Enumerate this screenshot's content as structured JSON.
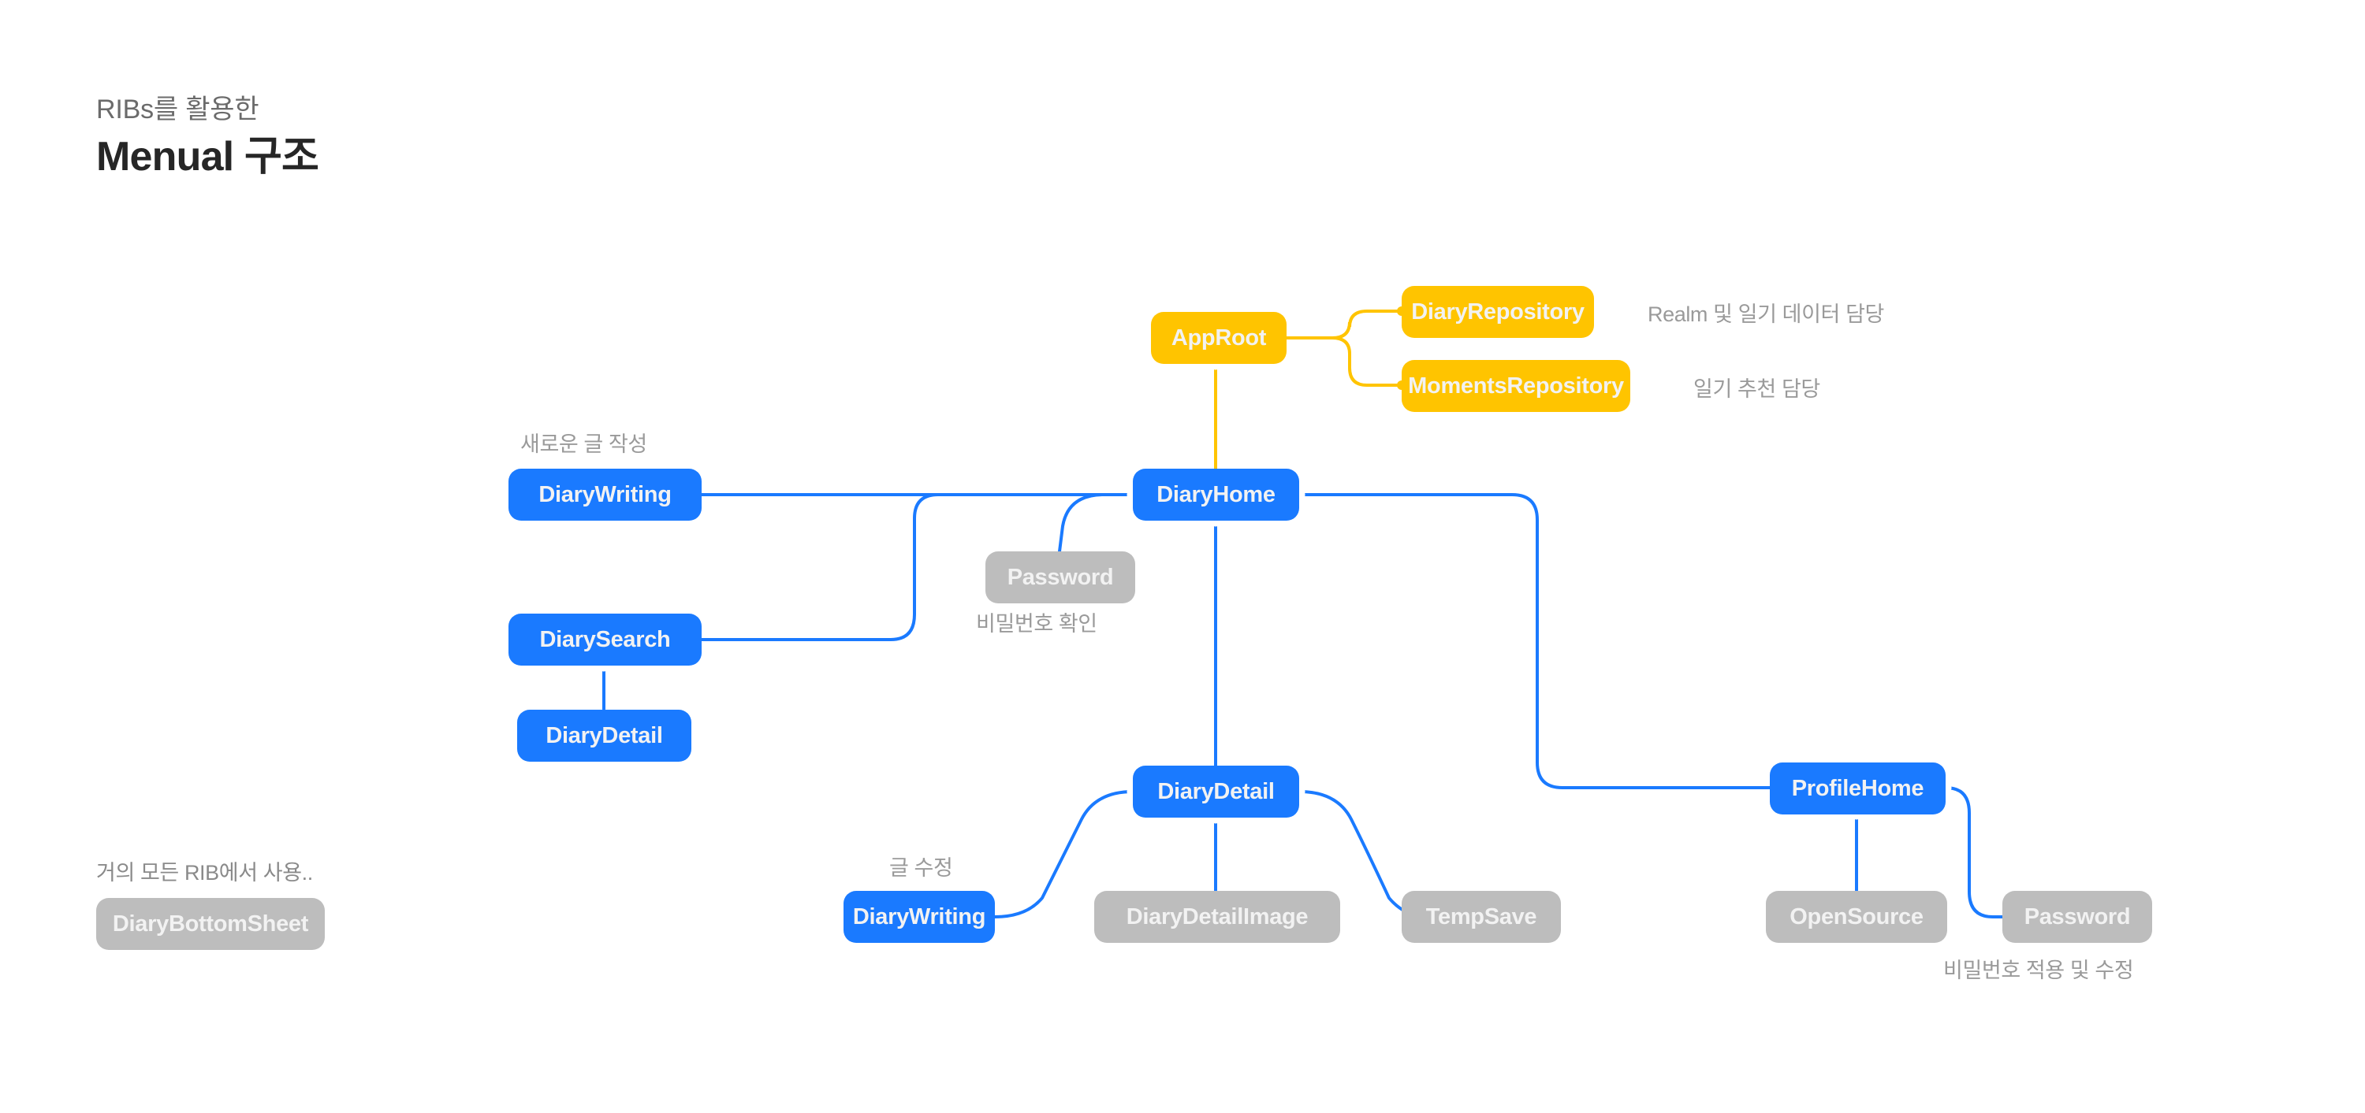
{
  "header": {
    "subtitle": "RIBs를 활용한",
    "title": "Menual 구조"
  },
  "colors": {
    "blue": "#1a7aff",
    "yellow": "#ffc400",
    "gray": "#bdbdbd",
    "caption": "#9a9a9a",
    "background": "#ffffff"
  },
  "diagram": {
    "type": "node-tree",
    "nodes": [
      {
        "id": "app-root",
        "label": "AppRoot",
        "kind": "yellow"
      },
      {
        "id": "diary-repository",
        "label": "DiaryRepository",
        "kind": "yellow"
      },
      {
        "id": "moments-repository",
        "label": "MomentsRepository",
        "kind": "yellow"
      },
      {
        "id": "diary-home",
        "label": "DiaryHome",
        "kind": "blue"
      },
      {
        "id": "diary-writing-new",
        "label": "DiaryWriting",
        "kind": "blue"
      },
      {
        "id": "diary-search",
        "label": "DiarySearch",
        "kind": "blue"
      },
      {
        "id": "diary-detail-search",
        "label": "DiaryDetail",
        "kind": "blue"
      },
      {
        "id": "password-home",
        "label": "Password",
        "kind": "gray"
      },
      {
        "id": "diary-detail",
        "label": "DiaryDetail",
        "kind": "blue"
      },
      {
        "id": "diary-writing-edit",
        "label": "DiaryWriting",
        "kind": "blue"
      },
      {
        "id": "diary-detail-image",
        "label": "DiaryDetailImage",
        "kind": "gray"
      },
      {
        "id": "temp-save",
        "label": "TempSave",
        "kind": "gray"
      },
      {
        "id": "profile-home",
        "label": "ProfileHome",
        "kind": "blue"
      },
      {
        "id": "open-source",
        "label": "OpenSource",
        "kind": "gray"
      },
      {
        "id": "password-profile",
        "label": "Password",
        "kind": "gray"
      },
      {
        "id": "diary-bottom-sheet",
        "label": "DiaryBottomSheet",
        "kind": "gray"
      }
    ],
    "annotations": [
      {
        "id": "diary-repository-note",
        "text": "Realm 및 일기 데이터 담당"
      },
      {
        "id": "moments-repository-note",
        "text": "일기 추천 담당"
      },
      {
        "id": "diary-writing-new-note",
        "text": "새로운 글 작성"
      },
      {
        "id": "password-home-note",
        "text": "비밀번호 확인"
      },
      {
        "id": "diary-writing-edit-note",
        "text": "글 수정"
      },
      {
        "id": "password-profile-note",
        "text": "비밀번호 적용 및 수정"
      },
      {
        "id": "diary-bottom-sheet-note",
        "text": "거의 모든 RIB에서 사용.."
      }
    ],
    "edges": [
      {
        "from": "app-root",
        "to": "diary-repository",
        "color": "#ffc400"
      },
      {
        "from": "app-root",
        "to": "moments-repository",
        "color": "#ffc400"
      },
      {
        "from": "app-root",
        "to": "diary-home",
        "color": "#ffc400"
      },
      {
        "from": "diary-home",
        "to": "diary-writing-new",
        "color": "#1a7aff"
      },
      {
        "from": "diary-home",
        "to": "diary-search",
        "color": "#1a7aff"
      },
      {
        "from": "diary-search",
        "to": "diary-detail-search",
        "color": "#1a7aff"
      },
      {
        "from": "diary-home",
        "to": "password-home",
        "color": "#1a7aff"
      },
      {
        "from": "diary-home",
        "to": "diary-detail",
        "color": "#1a7aff"
      },
      {
        "from": "diary-home",
        "to": "profile-home",
        "color": "#1a7aff"
      },
      {
        "from": "diary-detail",
        "to": "diary-writing-edit",
        "color": "#1a7aff"
      },
      {
        "from": "diary-detail",
        "to": "diary-detail-image",
        "color": "#1a7aff"
      },
      {
        "from": "diary-detail",
        "to": "temp-save",
        "color": "#1a7aff"
      },
      {
        "from": "profile-home",
        "to": "open-source",
        "color": "#1a7aff"
      },
      {
        "from": "profile-home",
        "to": "password-profile",
        "color": "#1a7aff"
      }
    ]
  }
}
